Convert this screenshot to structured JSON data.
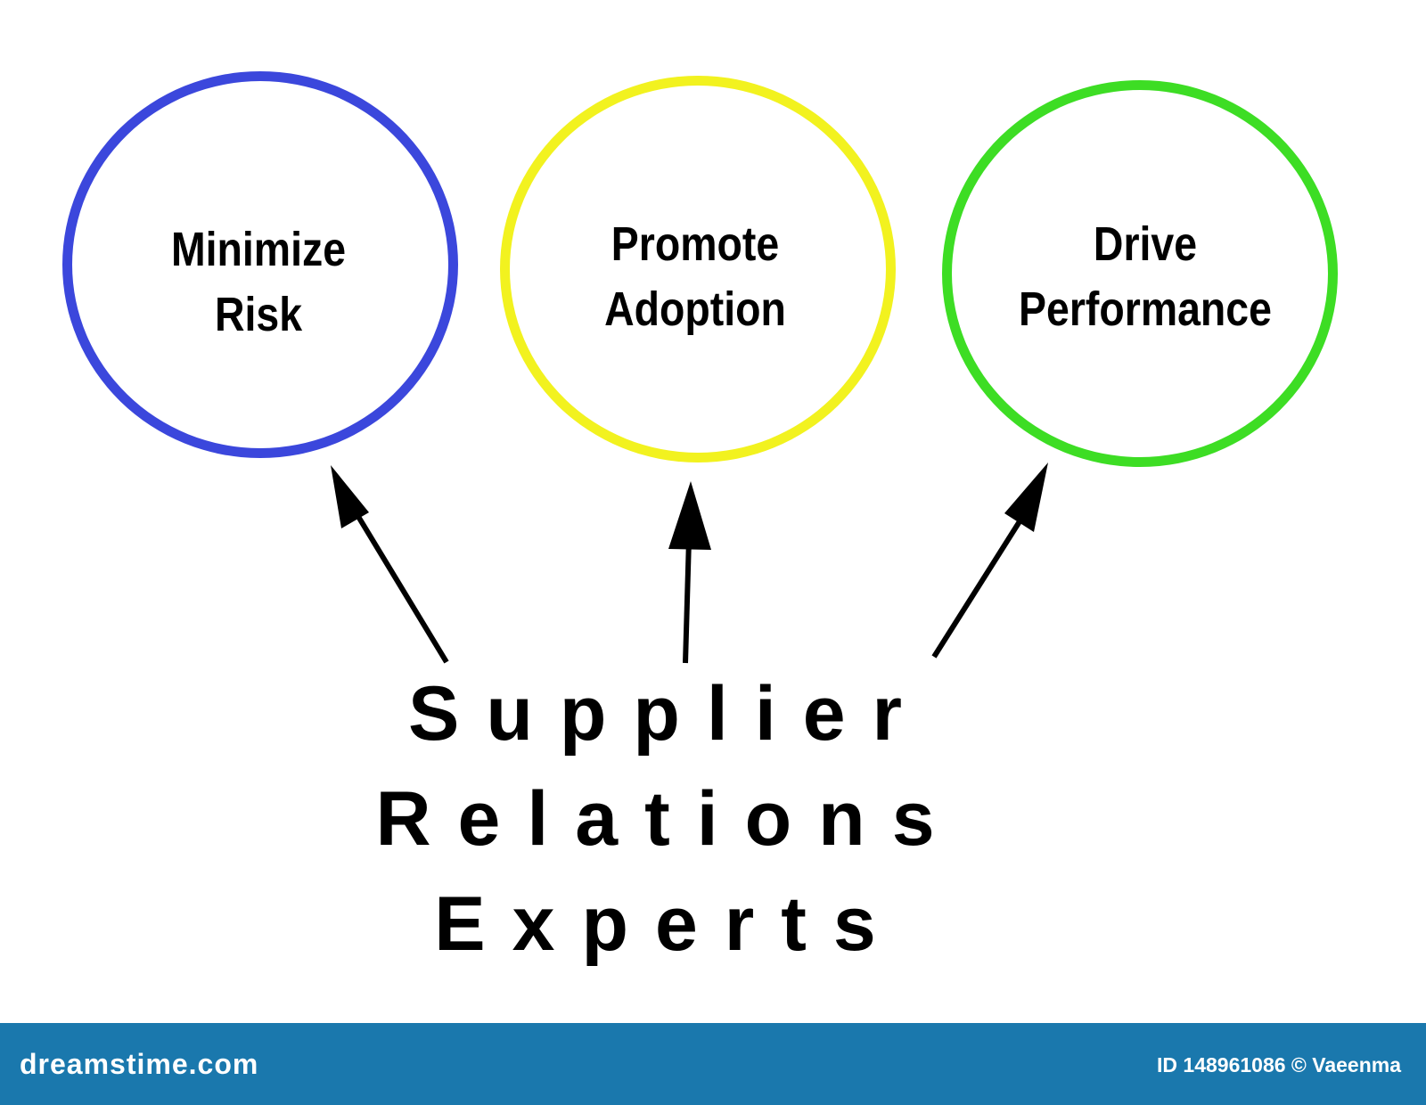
{
  "goals": [
    {
      "line1": "Minimize",
      "line2": "Risk",
      "color": "#3b47dc"
    },
    {
      "line1": "Promote",
      "line2": "Adoption",
      "color": "#f2f21f"
    },
    {
      "line1": "Drive",
      "line2": "Performance",
      "color": "#3ddd24"
    }
  ],
  "source": {
    "line1": "Supplier",
    "line2": "Relations",
    "line3": "Experts"
  },
  "footer": {
    "brand": "dreamstime.com",
    "credit": "ID 148961086 © Vaeenma",
    "background": "#1a78ad"
  }
}
